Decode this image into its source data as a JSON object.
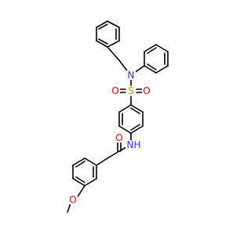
{
  "molecule": {
    "atoms": {
      "n_amine": {
        "symbol": "N"
      },
      "s_sulfonyl": {
        "symbol": "S"
      },
      "o_sulfonyl_left": {
        "symbol": "O"
      },
      "o_sulfonyl_right": {
        "symbol": "O"
      },
      "n_amide": {
        "symbol": "N",
        "hydrogen": "H"
      },
      "o_carbonyl": {
        "symbol": "O"
      },
      "o_methoxy": {
        "symbol": "O"
      }
    },
    "colors": {
      "bond": "#000000",
      "nitrogen": "#3333ff",
      "sulfur": "#b8a000",
      "oxygen": "#ff0000"
    }
  }
}
